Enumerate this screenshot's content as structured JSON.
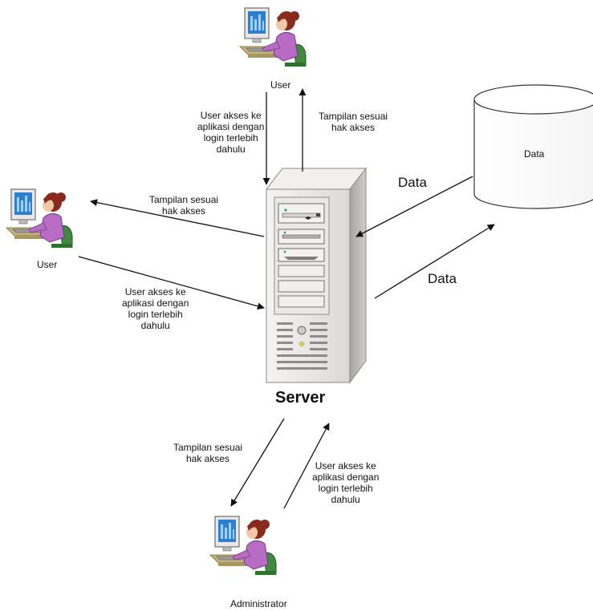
{
  "nodes": {
    "user_top": {
      "label": "User"
    },
    "user_left": {
      "label": "User"
    },
    "administrator": {
      "label": "Administrator"
    },
    "server": {
      "label": "Server"
    },
    "database": {
      "label": "Data"
    }
  },
  "edges": {
    "top_request": [
      "User akses ke",
      "aplikasi dengan",
      "login terlebih",
      "dahulu"
    ],
    "top_response": [
      "Tampilan sesuai",
      "hak akses"
    ],
    "left_response": [
      "Tampilan sesuai",
      "hak akses"
    ],
    "left_request": [
      "User akses ke",
      "aplikasi dengan",
      "login terlebih",
      "dahulu"
    ],
    "admin_response": [
      "Tampilan sesuai",
      "hak akses"
    ],
    "admin_request": [
      "User akses ke",
      "aplikasi dengan",
      "login terlebih",
      "dahulu"
    ],
    "data_to_server": "Data",
    "server_to_data": "Data"
  },
  "colors": {
    "person_shirt": "#b86cc4",
    "person_hair": "#8a2a1c",
    "person_skin": "#f2c9a8",
    "monitor_screen": "#2f7fd0",
    "chair": "#3f8a3f",
    "desk": "#c2b37a",
    "server_body": "#ece8e6",
    "server_side": "#b9b5b2",
    "line": "#111111"
  }
}
